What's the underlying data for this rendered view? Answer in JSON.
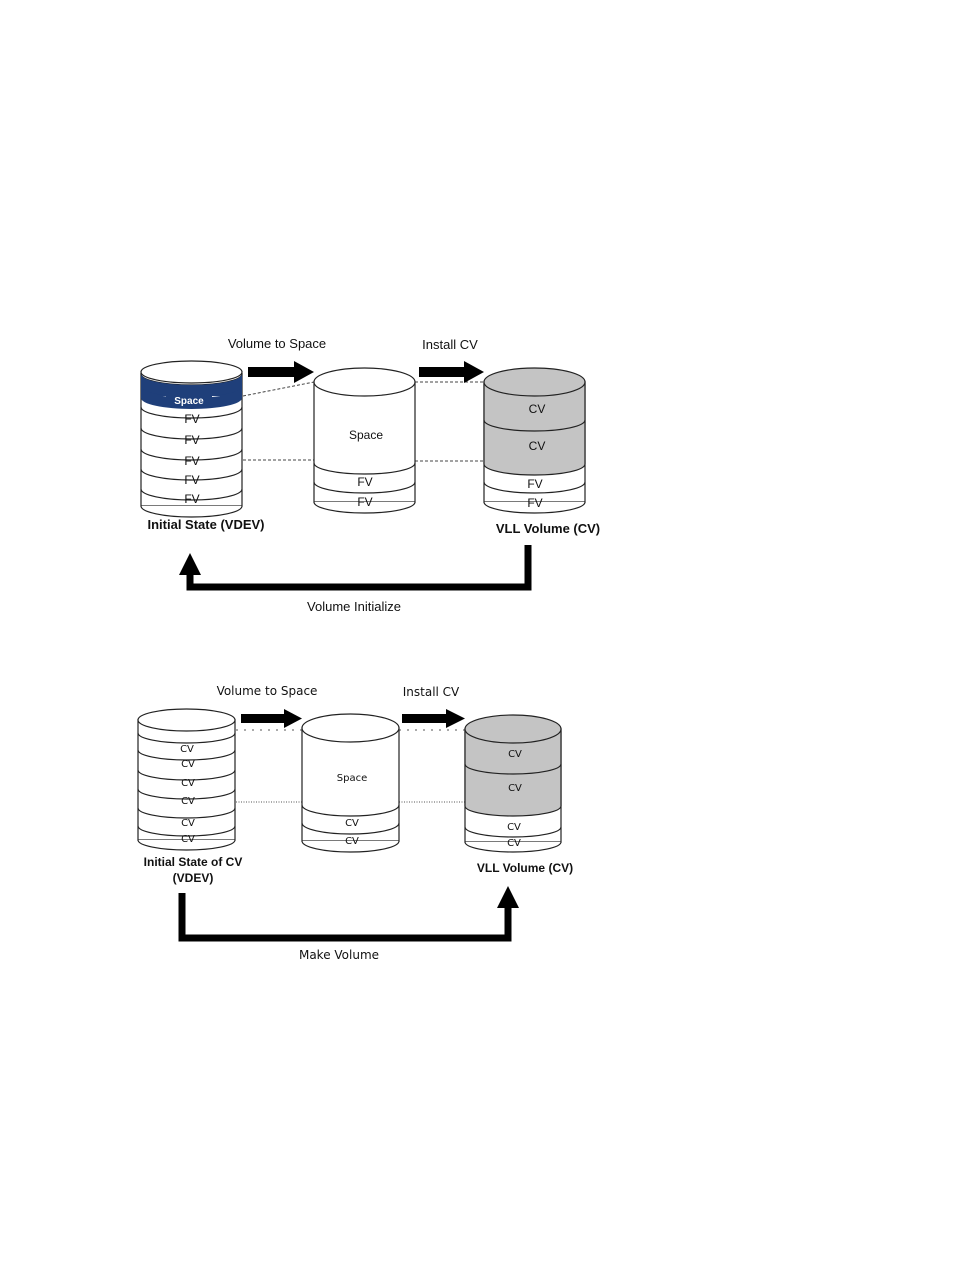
{
  "diagram1": {
    "step1_label": "Volume to Space",
    "step2_label": "Install CV",
    "left_caption": "Initial State (VDEV)",
    "right_caption": "VLL Volume (CV)",
    "loop_label": "Volume Initialize",
    "left_cylinder": {
      "top_slice": "Space",
      "slices": [
        "FV",
        "FV",
        "FV",
        "FV",
        "FV"
      ]
    },
    "middle_cylinder": {
      "space": "Space",
      "slices": [
        "FV",
        "FV"
      ]
    },
    "right_cylinder": {
      "cv_slices": [
        "CV",
        "CV"
      ],
      "fv_slices": [
        "FV",
        "FV"
      ]
    }
  },
  "diagram2": {
    "step1_label": "Volume to Space",
    "step2_label": "Install CV",
    "left_caption_line1": "Initial State of CV",
    "left_caption_line2": "(VDEV)",
    "right_caption": "VLL Volume (CV)",
    "loop_label": "Make Volume",
    "left_cylinder": {
      "slices": [
        "CV",
        "CV",
        "CV",
        "CV",
        "CV",
        "CV"
      ]
    },
    "middle_cylinder": {
      "space": "Space",
      "slices": [
        "CV",
        "CV"
      ]
    },
    "right_cylinder": {
      "cv_slices": [
        "CV",
        "CV"
      ],
      "small_slices": [
        "CV",
        "CV"
      ]
    }
  },
  "colors": {
    "space_band": "#1f3f7a",
    "cv_fill": "#c4c4c4",
    "line": "#222222"
  }
}
